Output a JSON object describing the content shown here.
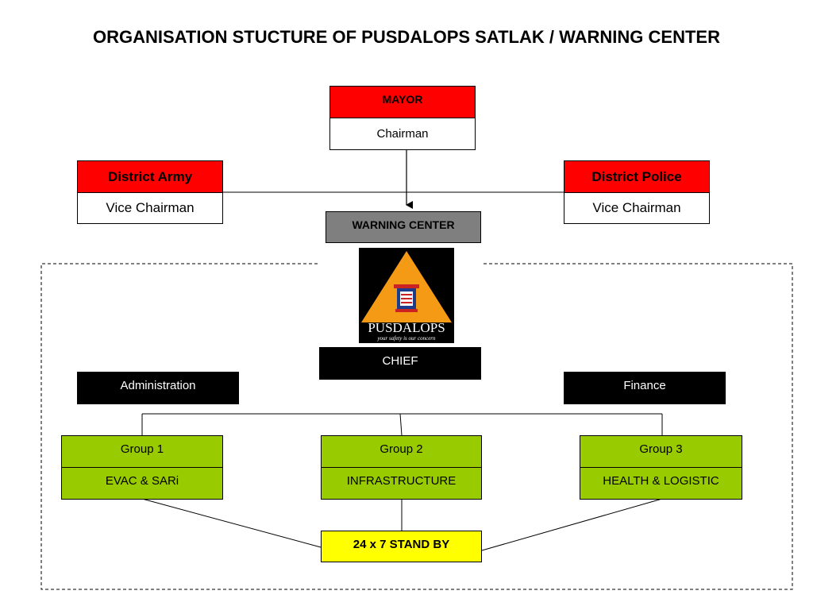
{
  "title": "ORGANISATION STUCTURE OF PUSDALOPS SATLAK / WARNING CENTER",
  "mayor": {
    "name": "MAYOR",
    "role": "Chairman"
  },
  "army": {
    "name": "District Army",
    "role": "Vice Chairman"
  },
  "police": {
    "name": "District Police",
    "role": "Vice Chairman"
  },
  "warning_center": "WARNING CENTER",
  "logo": {
    "name": "PUSDALOPS",
    "tagline": "your safety is our concern"
  },
  "chief": "CHIEF",
  "administration": "Administration",
  "finance": "Finance",
  "groups": [
    {
      "name": "Group 1",
      "task": "EVAC & SARi"
    },
    {
      "name": "Group 2",
      "task": "INFRASTRUCTURE"
    },
    {
      "name": "Group 3",
      "task": "HEALTH & LOGISTIC"
    }
  ],
  "standby": "24 x 7 STAND BY",
  "colors": {
    "leader_header": "#ff0000",
    "warning_center": "#7f7f7f",
    "unit": "#000000",
    "group": "#99cc00",
    "standby": "#ffff00"
  }
}
